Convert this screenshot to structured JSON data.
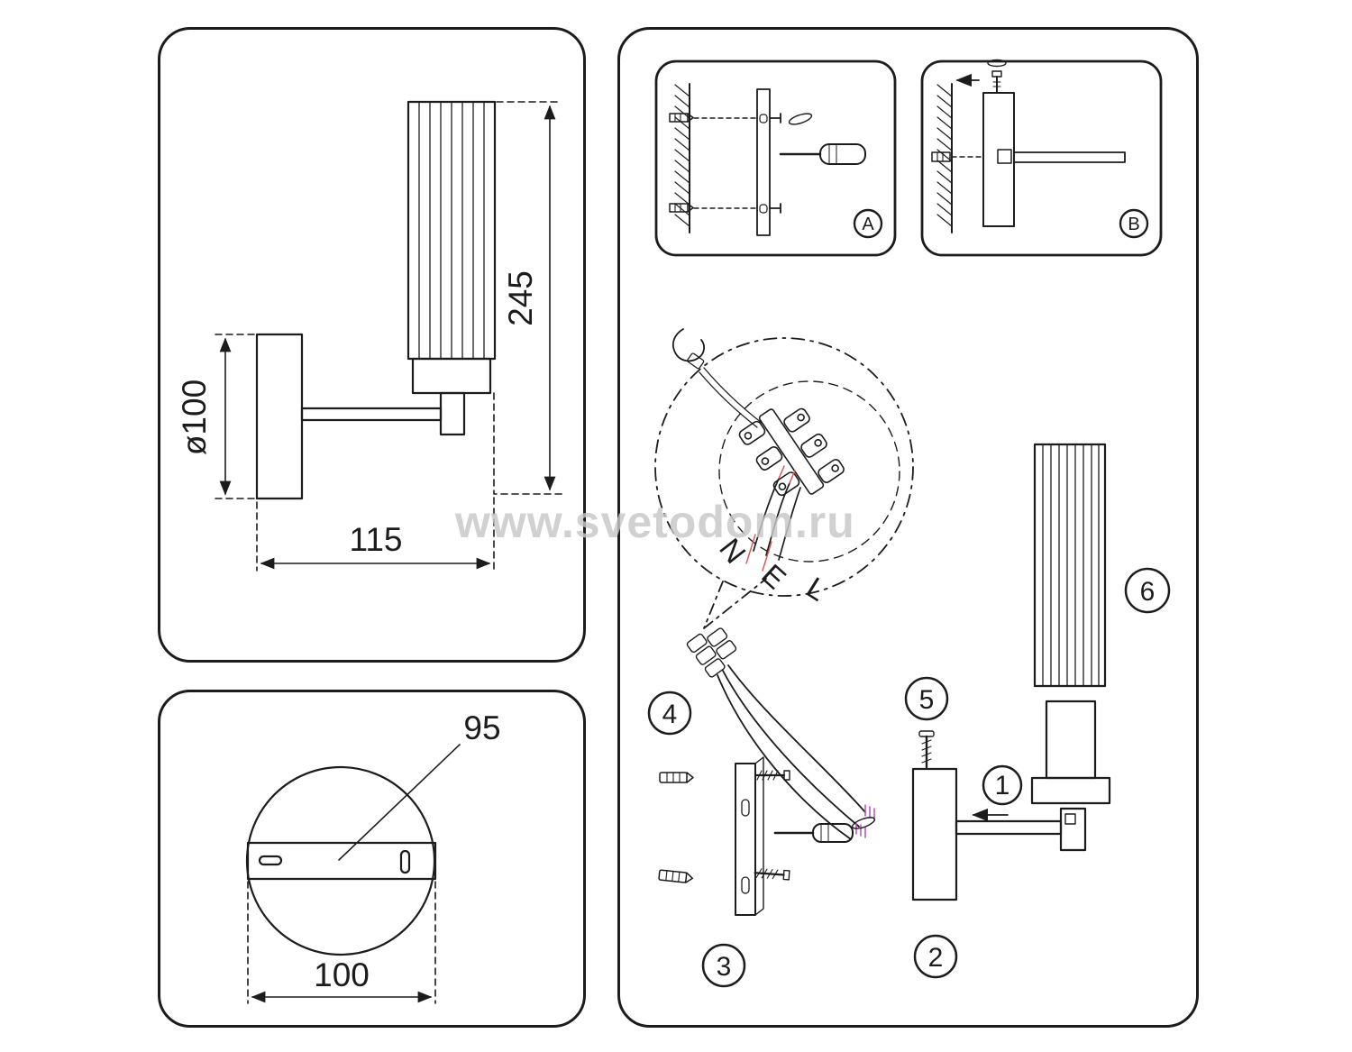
{
  "watermark": "www.svetodom.ru",
  "side_view": {
    "height": "245",
    "diameter": "ø100",
    "arm": "115"
  },
  "back_view": {
    "holes": "95",
    "width": "100"
  },
  "insets": {
    "a": "A",
    "b": "B"
  },
  "wires": {
    "n": "N",
    "e": "E",
    "l": "L"
  },
  "steps": {
    "s1": "1",
    "s2": "2",
    "s3": "3",
    "s4": "4",
    "s5": "5",
    "s6": "6"
  },
  "colors": {
    "line": "#1c1c1c",
    "watermark": "#c7c7c7",
    "wire_red": "#d95350",
    "wire_purple": "#b74fc0"
  }
}
